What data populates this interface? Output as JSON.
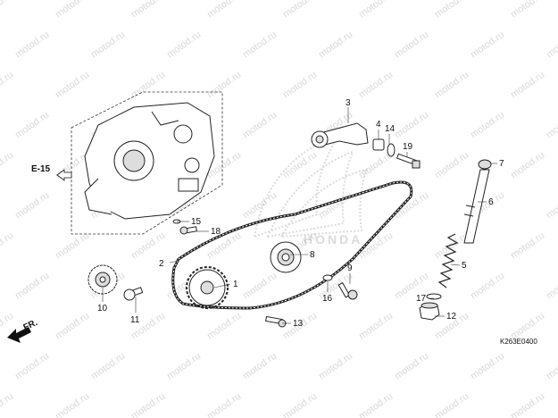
{
  "watermark": "motod.ru",
  "reference_code": "K263E0400",
  "section_ref": "E-15",
  "direction_label": "FR.",
  "brand_logo": "HONDA",
  "callouts": {
    "c1": "1",
    "c2": "2",
    "c3": "3",
    "c4": "4",
    "c5": "5",
    "c6": "6",
    "c7": "7",
    "c8": "8",
    "c9": "9",
    "c10": "10",
    "c11": "11",
    "c12": "12",
    "c13": "13",
    "c14": "14",
    "c15": "15",
    "c16": "16",
    "c17": "17",
    "c18": "18",
    "c19": "19"
  }
}
